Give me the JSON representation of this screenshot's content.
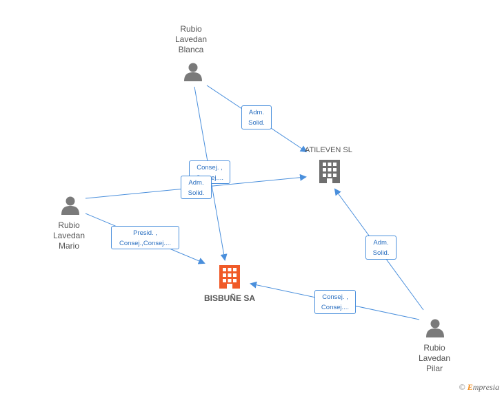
{
  "nodes": {
    "blanca": {
      "lines": [
        "Rubio",
        "Lavedan",
        "Blanca"
      ]
    },
    "mario": {
      "lines": [
        "Rubio",
        "Lavedan",
        "Mario"
      ]
    },
    "pilar": {
      "lines": [
        "Rubio",
        "Lavedan",
        "Pilar"
      ]
    },
    "atileven": {
      "name": "ATILEVEN SL"
    },
    "bisbune": {
      "name": "BISBUÑE SA"
    }
  },
  "edges": {
    "blanca_atileven": [
      "Adm.",
      "Solid."
    ],
    "blanca_bisbune": [
      "Consej. ,",
      "Consej...."
    ],
    "mario_atileven": [
      "Adm.",
      "Solid."
    ],
    "mario_bisbune": [
      "Presid. ,",
      "Consej.,Consej...."
    ],
    "pilar_atileven": [
      "Adm.",
      "Solid."
    ],
    "pilar_bisbune": [
      "Consej. ,",
      "Consej...."
    ]
  },
  "colors": {
    "edge": "#4a8fdc",
    "person_icon": "#7a7a7a",
    "company_icon": "#6e6e6e",
    "main_company_icon": "#f05a28"
  },
  "footer": {
    "copyright": "©",
    "brand_initial": "E",
    "brand_rest": "mpresia"
  }
}
